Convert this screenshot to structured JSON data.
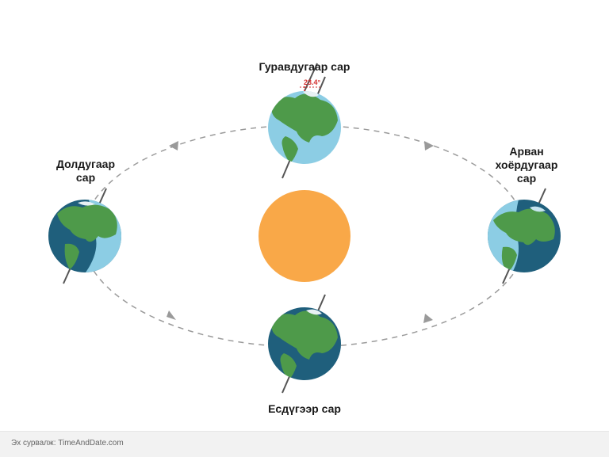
{
  "diagram": {
    "labels": {
      "march": "Гуравдугаар сар",
      "june": [
        "Долдугаар",
        "сар"
      ],
      "december": [
        "Арван",
        "хоёрдугаар",
        "сар"
      ],
      "september": "Есдүгээр сар"
    },
    "tilt_angle": "23.4°"
  },
  "footer": {
    "source": "Эх сурвалж: TimeAndDate.com"
  },
  "colors": {
    "sun": "#f9a848",
    "ocean_day": "#8ccde4",
    "ocean_night": "#1f5f7c",
    "land": "#4e9a4a",
    "orbit": "#9a9a9a",
    "axis": "#555555",
    "tilt_marker": "#d32f2f"
  }
}
